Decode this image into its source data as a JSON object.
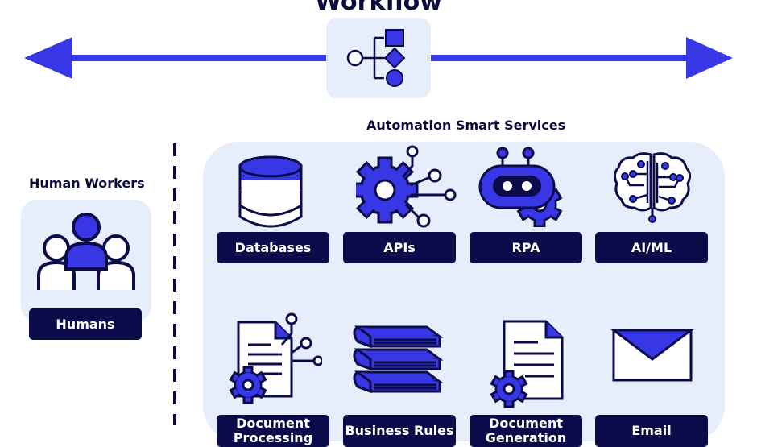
{
  "title": "Workflow",
  "hub": {
    "icon": "workflow-diagram-icon"
  },
  "human_section": {
    "heading": "Human Workers",
    "items": [
      {
        "label": "Humans",
        "icon": "people-group-icon"
      }
    ]
  },
  "automation_section": {
    "heading": "Automation Smart Services",
    "items": [
      {
        "label": "Databases",
        "icon": "database-icon"
      },
      {
        "label": "APIs",
        "icon": "gear-connections-icon"
      },
      {
        "label": "RPA",
        "icon": "robot-icon"
      },
      {
        "label": "AI/ML",
        "icon": "brain-circuit-icon"
      },
      {
        "label": "Document Processing",
        "icon": "document-gear-icon"
      },
      {
        "label": "Business Rules",
        "icon": "books-icon"
      },
      {
        "label": "Document Generation",
        "icon": "document-generation-icon"
      },
      {
        "label": "Email",
        "icon": "envelope-icon"
      }
    ]
  },
  "colors": {
    "primary": "#3737e6",
    "navy": "#0c0c4a",
    "panel": "#e6eefb"
  }
}
